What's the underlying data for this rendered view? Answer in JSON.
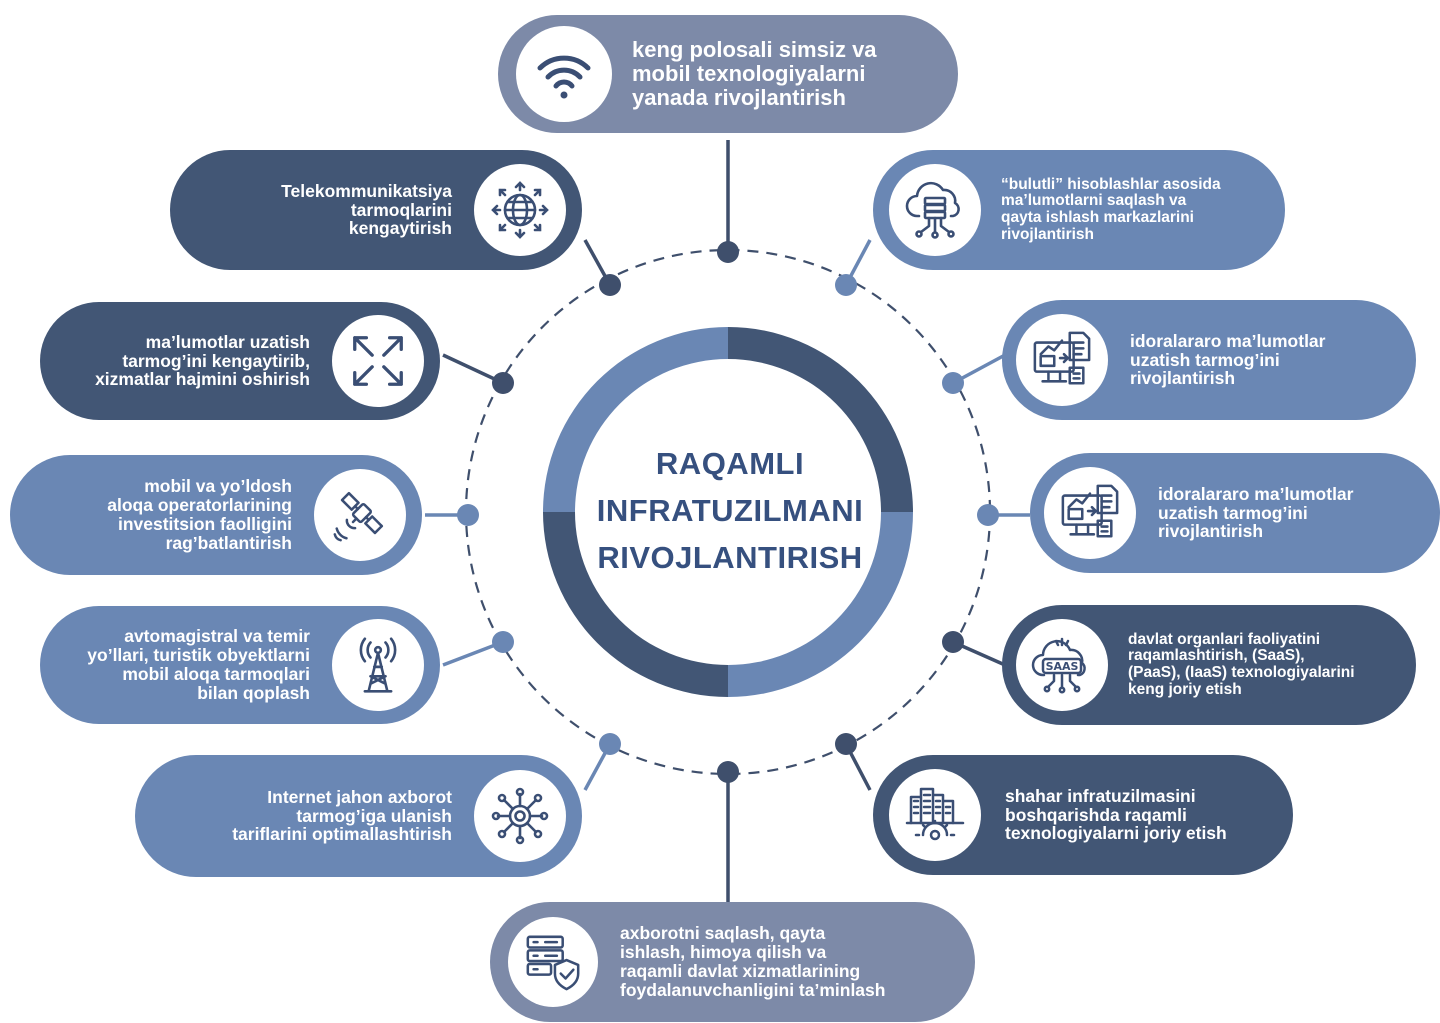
{
  "center": {
    "line1": "RAQAMLI",
    "line2": "INFRATUZILMANI",
    "line3": "RIVOJLANTIRISH"
  },
  "colors": {
    "dark": "#425675",
    "mid": "#6a87b4",
    "light": "#7d8aa8",
    "connector": "#3f4f6c"
  },
  "nodes": [
    {
      "id": "top",
      "icon": "wifi-icon",
      "lines": [
        "keng polosali simsiz va",
        "mobil texnologiyalarni",
        "yanada rivojlantirish"
      ]
    },
    {
      "id": "left1",
      "icon": "globe-network-icon",
      "lines": [
        "Telekommunikatsiya",
        "tarmoqlarini",
        "kengaytirish"
      ]
    },
    {
      "id": "left2",
      "icon": "expand-arrows-icon",
      "lines": [
        "ma’lumotlar uzatish",
        "tarmog’ini kengaytirib,",
        "xizmatlar hajmini oshirish"
      ]
    },
    {
      "id": "left3",
      "icon": "satellite-icon",
      "lines": [
        "mobil va yo’ldosh",
        "aloqa operatorlarining",
        "investitsion faolligini",
        "rag’batlantirish"
      ]
    },
    {
      "id": "left4",
      "icon": "radio-tower-icon",
      "lines": [
        "avtomagistral va temir",
        "yo’llari, turistik obyektlarni",
        "mobil aloqa tarmoqlari",
        "bilan qoplash"
      ]
    },
    {
      "id": "left5",
      "icon": "network-hub-icon",
      "lines": [
        "Internet jahon axborot",
        "tarmog’iga ulanish",
        "tariflarini optimallashtirish"
      ]
    },
    {
      "id": "bottom",
      "icon": "server-shield-icon",
      "lines": [
        "axborotni saqlash, qayta",
        "ishlash, himoya qilish va",
        "raqamli davlat xizmatlarining",
        "foydalanuvchanligini ta’minlash"
      ]
    },
    {
      "id": "right1",
      "icon": "cloud-server-icon",
      "lines": [
        "“bulutli” hisoblashlar asosida",
        "ma’lumotlarni saqlash va",
        "qayta ishlash markazlarini",
        "rivojlantirish"
      ]
    },
    {
      "id": "right2",
      "icon": "data-transfer-icon",
      "lines": [
        "idoralararo ma’lumotlar",
        "uzatish tarmog’ini",
        "rivojlantirish"
      ]
    },
    {
      "id": "right3",
      "icon": "data-transfer-icon",
      "lines": [
        "idoralararo ma’lumotlar",
        "uzatish tarmog’ini",
        "rivojlantirish"
      ]
    },
    {
      "id": "right4",
      "icon": "saas-cloud-icon",
      "lines": [
        "davlat organlari faoliyatini",
        "raqamlashtirish, (SaaS),",
        "(PaaS), (IaaS) texnologiyalarini",
        "keng joriy etish"
      ]
    },
    {
      "id": "right5",
      "icon": "smart-city-icon",
      "lines": [
        "shahar infratuzilmasini",
        "boshqarishda raqamli",
        "texnologiyalarni joriy etish"
      ]
    }
  ]
}
